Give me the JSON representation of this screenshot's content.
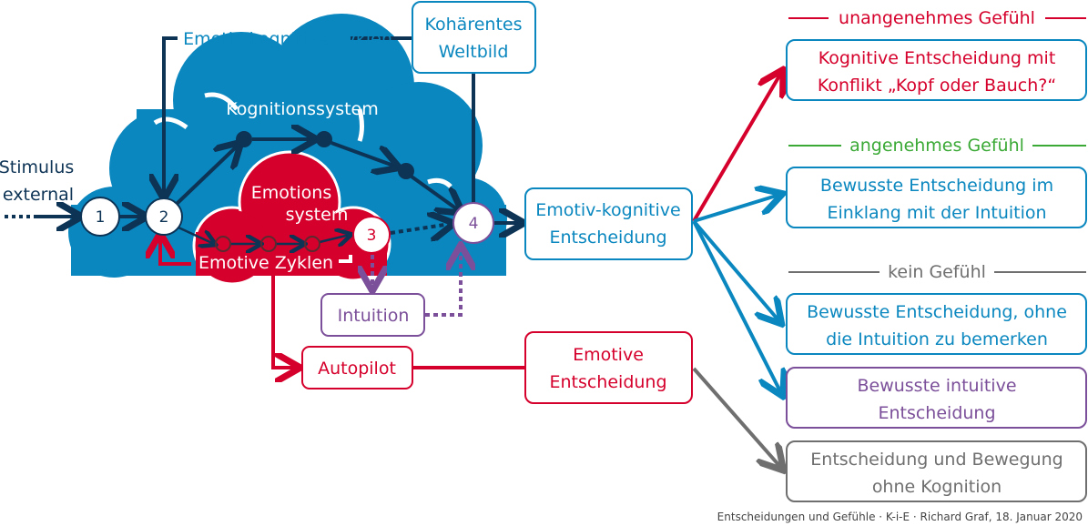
{
  "colors": {
    "blue": "#0a87bf",
    "navy": "#0d3355",
    "red": "#d5002b",
    "purple": "#7b4f99",
    "green": "#3aa935",
    "gray": "#6f6f6f"
  },
  "stimulus": [
    "Stimulus",
    "external"
  ],
  "loop_label": "Emotiv-kognitive Zyklen",
  "weltbild": [
    "Kohärentes",
    "Weltbild"
  ],
  "kognition": "Kognitionssystem",
  "emotion": [
    "Emotions",
    "system"
  ],
  "emotive_cycles": "Emotive Zyklen",
  "nodes": [
    "1",
    "2",
    "3",
    "4"
  ],
  "intuition": "Intuition",
  "autopilot": "Autopilot",
  "ek_decision": [
    "Emotiv-kognitive",
    "Entscheidung"
  ],
  "emotive_decision": [
    "Emotive",
    "Entscheidung"
  ],
  "headers": {
    "unpleasant": "unangenehmes Gefühl",
    "pleasant": "angenehmes Gefühl",
    "none": "kein Gefühl"
  },
  "outcomes": [
    [
      "Kognitive Entscheidung mit",
      "Konflikt „Kopf oder Bauch?“"
    ],
    [
      "Bewusste Entscheidung im",
      "Einklang mit der Intuition"
    ],
    [
      "Bewusste Entscheidung, ohne",
      "die Intuition zu bemerken"
    ],
    [
      "Bewusste intuitive",
      "Entscheidung"
    ],
    [
      "Entscheidung und Bewegung",
      "ohne Kognition"
    ]
  ],
  "footer": "Entscheidungen und Gefühle · K-i-E · Richard Graf, 18. Januar 2020"
}
